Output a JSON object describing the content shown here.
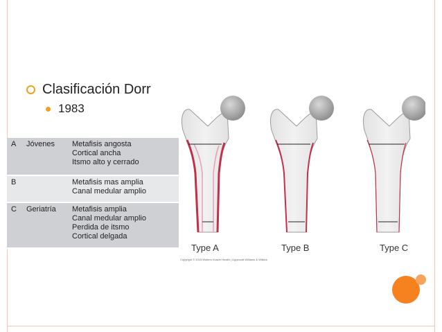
{
  "bullets": {
    "level1": "Clasificación Dorr",
    "level2": "1983"
  },
  "table": {
    "rows": [
      {
        "type": "A",
        "group": "Jóvenes",
        "lines": [
          "Metafisis angosta",
          "Cortical ancha",
          "Itsmo alto y cerrado"
        ]
      },
      {
        "type": "B",
        "group": "",
        "lines": [
          "Metafisis mas amplia",
          "Canal medular amplio"
        ]
      },
      {
        "type": "C",
        "group": "Geriatría",
        "lines": [
          "Metafisis amplia",
          "Canal medular amplio",
          "Perdida de itsmo",
          "Cortical delgada"
        ]
      }
    ]
  },
  "figure": {
    "labels": [
      "Type A",
      "Type B",
      "Type C"
    ],
    "copyright": "Copyright © 2015 Wolters Kluwer Health | Lippincott Williams & Wilkins"
  },
  "colors": {
    "accent_orange": "#f5821f",
    "bullet_orange": "#f0a020",
    "frame": "#f3c6b6",
    "table_dark": "#cfd0d4",
    "table_light": "#e7e8ea",
    "cortex_red": "#c0304a"
  }
}
